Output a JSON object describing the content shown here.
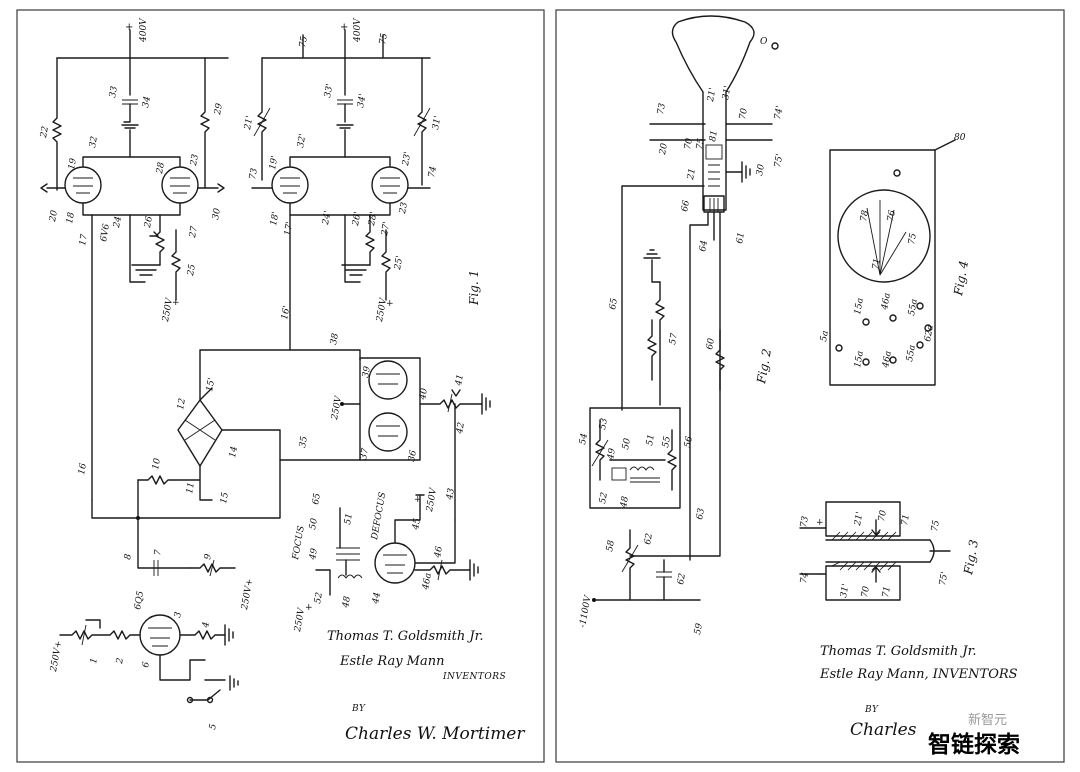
{
  "sheet1": {
    "fig_label": "Fig. 1",
    "supply_top": "400V",
    "labels": {
      "n1": "1",
      "n2": "2",
      "n3": "3",
      "n4": "4",
      "n5": "5",
      "n6": "6",
      "n7": "7",
      "n8": "8",
      "n9": "9",
      "n10": "10",
      "n11": "11",
      "n12": "12",
      "n14": "14",
      "n15": "15",
      "n15p": "15'",
      "n16p": "16'",
      "n16": "16",
      "n17": "17",
      "n17p": "17'",
      "n18": "18",
      "n18p": "18'",
      "n19": "19",
      "n19p": "19'",
      "n20": "20",
      "n21p": "21'",
      "n22": "22",
      "n23": "23",
      "n23p": "23'",
      "n24": "24",
      "n24p": "24'",
      "n25": "25",
      "n25p": "25'",
      "n26": "26",
      "n26p": "26'",
      "n27": "27",
      "n27p": "27'",
      "n28": "28",
      "n28p": "28'",
      "n29": "29",
      "n30": "30",
      "n31p": "31'",
      "n32": "32",
      "n32p": "32'",
      "n33": "33",
      "n33p": "33'",
      "n34": "34",
      "n34p": "34'",
      "n35": "35",
      "n36": "36",
      "n37": "37",
      "n38": "38",
      "n39": "39",
      "n40": "40",
      "n41": "41",
      "n42": "42",
      "n43": "43",
      "n44": "44",
      "n45": "45",
      "n46": "46",
      "n46a": "46a",
      "n48": "48",
      "n49": "49",
      "n50": "50",
      "n51": "51",
      "n52": "52",
      "n65": "65",
      "n73": "73",
      "n74": "74",
      "n75a": "75",
      "n75b": "75",
      "tube_6v6": "6V6",
      "tube_6q5": "6Q5",
      "v250_a": "250V",
      "v250_b": "250V",
      "v250_c": "250V",
      "v250_d": "250V",
      "v250_e": "250V",
      "v250_f": "250V+",
      "v250_g": "250V+",
      "v250_h": "250V",
      "focus": "FOCUS",
      "defocus": "DEFOCUS"
    },
    "signature_1": "Thomas T. Goldsmith Jr.",
    "signature_2": "Estle Ray Mann",
    "inventors": "INVENTORS",
    "by": "BY",
    "attorney": "Charles W. Mortimer"
  },
  "sheet2": {
    "fig2_label": "Fig. 2",
    "fig3_label": "Fig. 3",
    "fig4_label": "Fig. 4",
    "labels": {
      "n20": "20",
      "n21": "21",
      "n21p": "21'",
      "n30": "30",
      "n31p": "31'",
      "n49": "49",
      "n50": "50",
      "n51": "51",
      "n52": "52",
      "n53": "53",
      "n54": "54",
      "n55": "55",
      "n56": "56",
      "n57": "57",
      "n58": "58",
      "n59": "59",
      "n60": "60",
      "n61": "61",
      "n62": "62",
      "n62b": "62",
      "n63": "63",
      "n64": "64",
      "n65": "65",
      "n66": "66",
      "n70": "70",
      "n70b": "70",
      "n70c": "70",
      "n71": "71",
      "n71b": "71",
      "n71c": "71",
      "n73": "73",
      "n73b": "73",
      "n74": "74",
      "n74b": "74",
      "n74p": "74'",
      "n75": "75",
      "n75b": "75",
      "n75p": "75'",
      "n75pb": "75'",
      "n75c": "75",
      "n76": "76",
      "n78": "78",
      "n80": "80",
      "n81": "81",
      "n48": "48",
      "v1100": "-1100V",
      "n31pb": "31'",
      "n21pb": "21'",
      "f4_5a": "5a",
      "f4_15a": "15a",
      "f4_15a2": "15a",
      "f4_46a": "46a",
      "f4_46a2": "46a",
      "f4_55a": "55a",
      "f4_55a2": "55a",
      "f4_62a": "62a",
      "f4_o": "O"
    },
    "signature_1": "Thomas T. Goldsmith Jr.",
    "signature_2": "Estle Ray Mann, INVENTORS",
    "by": "BY",
    "attorney": "Charles"
  },
  "watermark": {
    "text": "智链探索",
    "subtext": "新智元"
  },
  "colors": {
    "ink": "#1a1a1a",
    "paper": "#ffffff",
    "frame": "#3a3a3a"
  }
}
